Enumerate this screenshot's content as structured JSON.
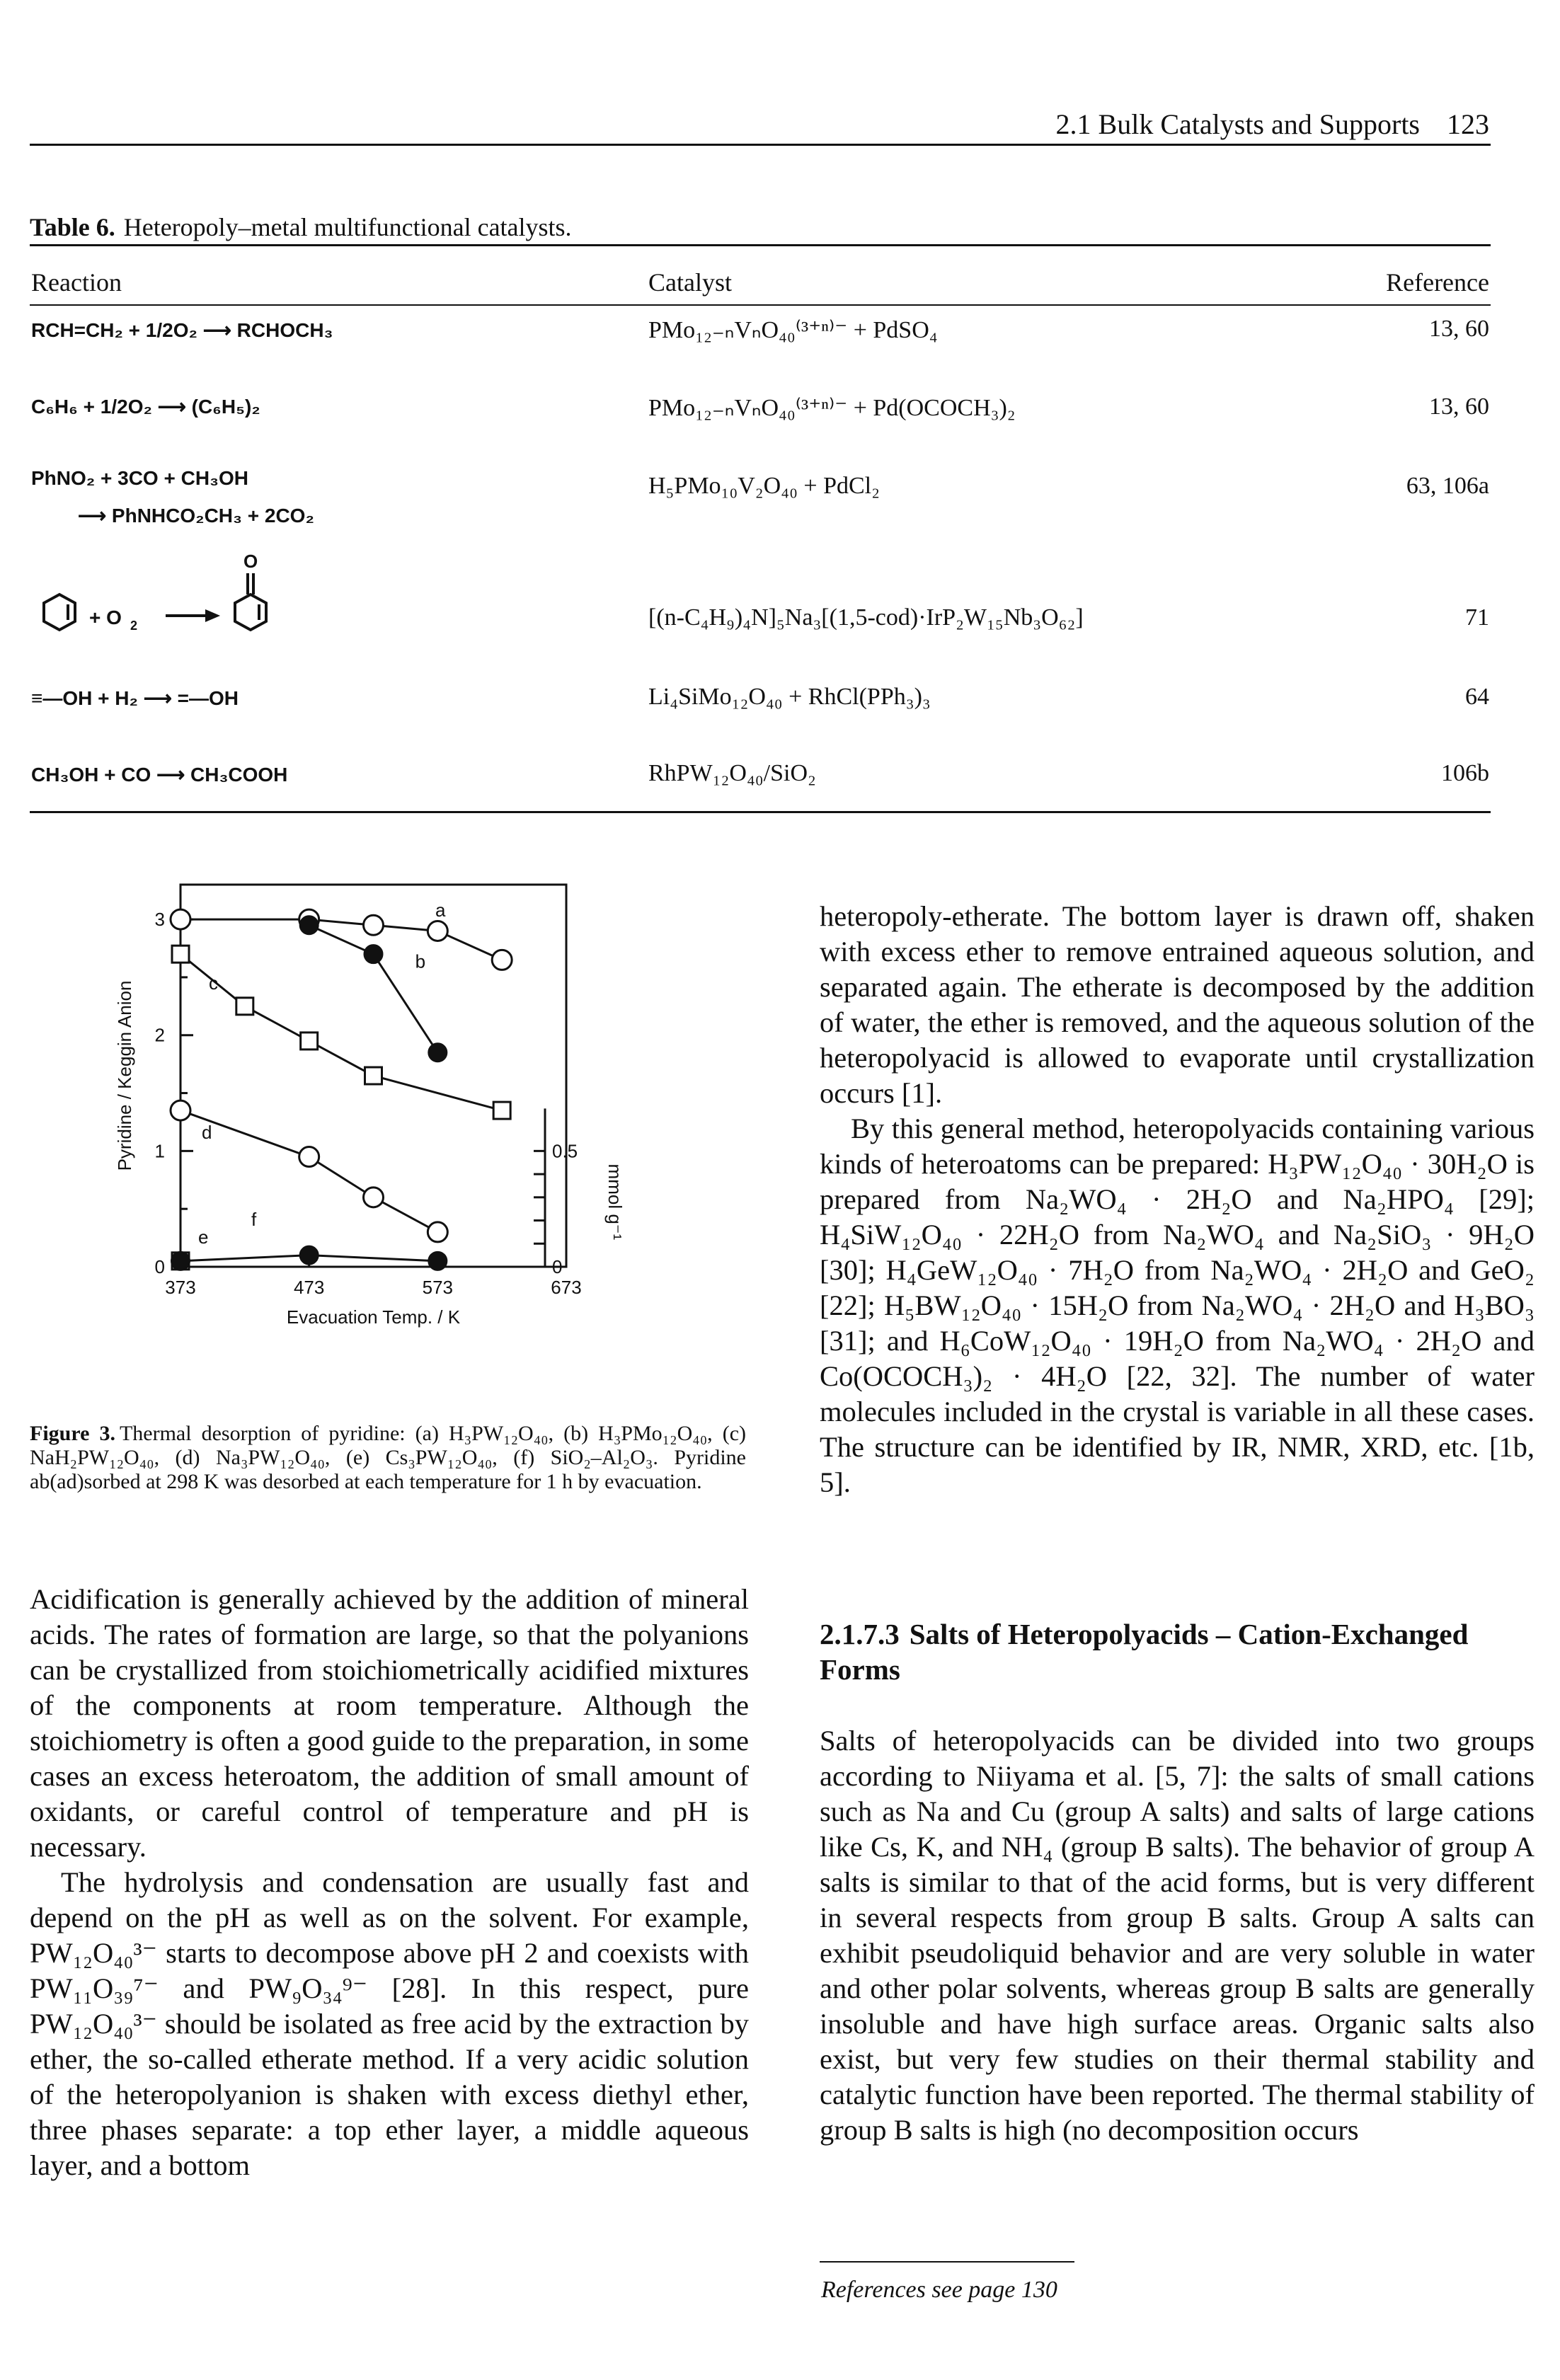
{
  "header": {
    "section_title": "2.1 Bulk Catalysts and Supports",
    "page_number": "123"
  },
  "table": {
    "label": "Table 6.",
    "caption": "Heteropoly–metal multifunctional catalysts.",
    "columns": [
      "Reaction",
      "Catalyst",
      "Reference"
    ],
    "rows": [
      {
        "reaction": "RCH=CH₂ + 1/2O₂ ⟶ RCHOCH₃",
        "catalyst": "PMo₁₂₋ₙVₙO₄₀⁽³⁺ⁿ⁾⁻ + PdSO₄",
        "reference": "13, 60"
      },
      {
        "reaction": "C₆H₆ + 1/2O₂ ⟶ (C₆H₅)₂",
        "catalyst": "PMo₁₂₋ₙVₙO₄₀⁽³⁺ⁿ⁾⁻ + Pd(OCOCH₃)₂",
        "reference": "13, 60"
      },
      {
        "reaction": "PhNO₂ + 3CO + CH₃OH",
        "reaction_line2": "⟶ PhNHCO₂CH₃ + 2CO₂",
        "catalyst": "H₅PMo₁₀V₂O₄₀ + PdCl₂",
        "reference": "63, 106a"
      },
      {
        "reaction": "cyclohexene + O₂ ⟶ cyclohexenone",
        "catalyst": "[(n-C₄H₉)₄N]₅Na₃[(1,5-cod)·IrP₂W₁₅Nb₃O₆₂]",
        "reference": "71"
      },
      {
        "reaction": "≡—OH + H₂ ⟶ =—OH",
        "catalyst": "Li₄SiMo₁₂O₄₀ + RhCl(PPh₃)₃",
        "reference": "64"
      },
      {
        "reaction": "CH₃OH + CO ⟶ CH₃COOH",
        "catalyst": "RhPW₁₂O₄₀/SiO₂",
        "reference": "106b"
      }
    ]
  },
  "chart_data": {
    "type": "line",
    "xlabel": "Evacuation Temp. / K",
    "ylabel": "Pyridine / Keggin Anion",
    "ylabel_right": "mmol g⁻¹",
    "xlim": [
      373,
      673
    ],
    "ylim": [
      0,
      3.3
    ],
    "x_ticks": [
      "373",
      "473",
      "573",
      "673"
    ],
    "y_ticks": [
      "0",
      "1",
      "2",
      "3"
    ],
    "y2_ticks": [
      "0",
      "0.5"
    ],
    "y2lim": [
      0,
      1.65
    ],
    "series": [
      {
        "name": "a",
        "marker": "open-circle",
        "x": [
          373,
          473,
          523,
          573,
          623
        ],
        "y": [
          3.0,
          3.0,
          2.95,
          2.9,
          2.65
        ]
      },
      {
        "name": "b",
        "marker": "filled-circle",
        "x": [
          473,
          523,
          573
        ],
        "y": [
          2.95,
          2.7,
          1.85
        ]
      },
      {
        "name": "c",
        "marker": "open-square",
        "x": [
          373,
          423,
          473,
          523,
          623
        ],
        "y": [
          2.7,
          2.25,
          1.95,
          1.65,
          1.35
        ]
      },
      {
        "name": "d",
        "marker": "open-circle",
        "x": [
          373,
          473,
          523,
          573
        ],
        "y": [
          1.35,
          0.95,
          0.6,
          0.3
        ]
      },
      {
        "name": "e",
        "marker": "open-square",
        "x": [
          373
        ],
        "y": [
          0.05
        ]
      },
      {
        "name": "f",
        "marker": "filled-circle",
        "x": [
          373,
          473,
          573
        ],
        "y": [
          0.05,
          0.1,
          0.05
        ]
      }
    ]
  },
  "figure_caption": {
    "label": "Figure 3.",
    "text": "Thermal desorption of pyridine: (a) H₃PW₁₂O₄₀, (b) H₃PMo₁₂O₄₀, (c) NaH₂PW₁₂O₄₀, (d) Na₃PW₁₂O₄₀, (e) Cs₃PW₁₂O₄₀, (f) SiO₂–Al₂O₃. Pyridine ab(ad)sorbed at 298 K was desorbed at each temperature for 1 h by evacuation."
  },
  "left_column": {
    "paragraphs": [
      "Acidification is generally achieved by the addition of mineral acids. The rates of formation are large, so that the polyanions can be crystallized from stoichiometrically acidified mixtures of the components at room temperature. Although the stoichiometry is often a good guide to the preparation, in some cases an excess heteroatom, the addition of small amount of oxidants, or careful control of temperature and pH is necessary.",
      "The hydrolysis and condensation are usually fast and depend on the pH as well as on the solvent. For example, PW₁₂O₄₀³⁻ starts to decompose above pH 2 and coexists with PW₁₁O₃₉⁷⁻ and PW₉O₃₄⁹⁻ [28]. In this respect, pure PW₁₂O₄₀³⁻ should be isolated as free acid by the extraction by ether, the so-called etherate method. If a very acidic solution of the heteropolyanion is shaken with excess diethyl ether, three phases separate: a top ether layer, a middle aqueous layer, and a bottom"
    ]
  },
  "right_column": {
    "paragraphs": [
      "heteropoly-etherate. The bottom layer is drawn off, shaken with excess ether to remove entrained aqueous solution, and separated again. The etherate is decomposed by the addition of water, the ether is removed, and the aqueous solution of the heteropolyacid is allowed to evaporate until crystallization occurs [1].",
      "By this general method, heteropolyacids containing various kinds of heteroatoms can be prepared: H₃PW₁₂O₄₀ · 30H₂O is prepared from Na₂WO₄ · 2H₂O and Na₂HPO₄ [29]; H₄SiW₁₂O₄₀ · 22H₂O from Na₂WO₄ and Na₂SiO₃ · 9H₂O [30]; H₄GeW₁₂O₄₀ · 7H₂O from Na₂WO₄ · 2H₂O and GeO₂ [22]; H₅BW₁₂O₄₀ · 15H₂O from Na₂WO₄ · 2H₂O and H₃BO₃ [31]; and H₆CoW₁₂O₄₀ · 19H₂O from Na₂WO₄ · 2H₂O and Co(OCOCH₃)₂ · 4H₂O [22, 32]. The number of water molecules included in the crystal is variable in all these cases. The structure can be identified by IR, NMR, XRD, etc. [1b, 5]."
    ],
    "section_number": "2.1.7.3",
    "section_title": "Salts of Heteropolyacids – Cation-Exchanged Forms",
    "section_paragraph": "Salts of heteropolyacids can be divided into two groups according to Niiyama et al. [5, 7]: the salts of small cations such as Na and Cu (group A salts) and salts of large cations like Cs, K, and NH₄ (group B salts). The behavior of group A salts is similar to that of the acid forms, but is very different in several respects from group B salts. Group A salts can exhibit pseudoliquid behavior and are very soluble in water and other polar solvents, whereas group B salts are generally insoluble and have high surface areas. Organic salts also exist, but very few studies on their thermal stability and catalytic function have been reported. The thermal stability of group B salts is high (no decomposition occurs"
  },
  "footnote": "References see page 130"
}
